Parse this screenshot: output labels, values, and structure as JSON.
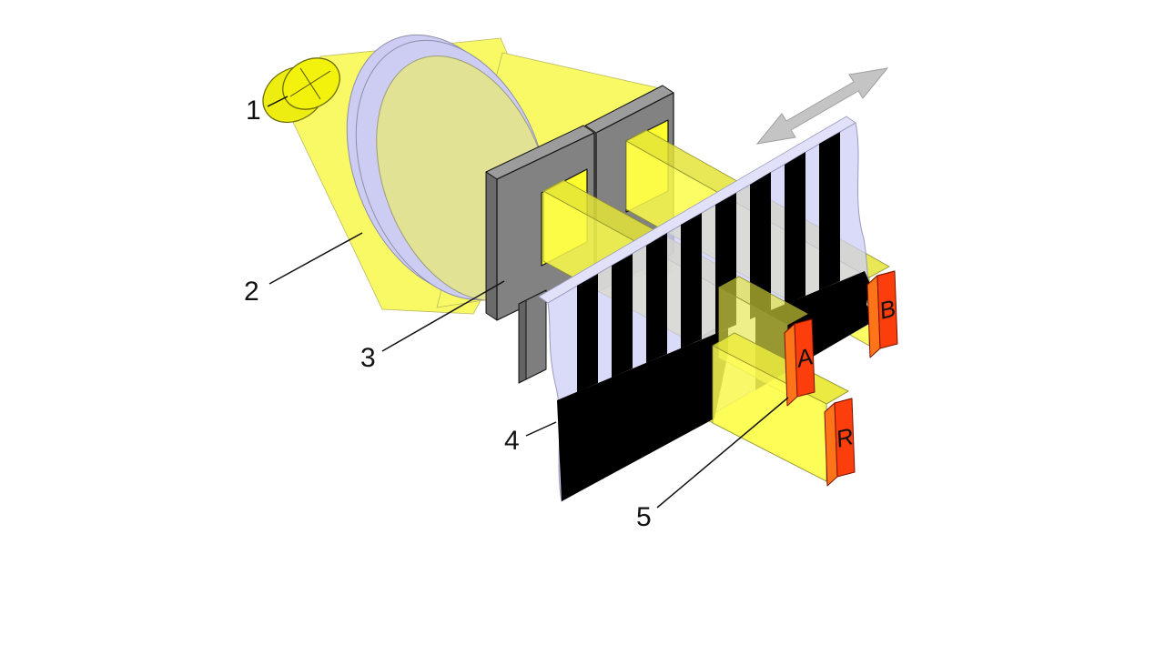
{
  "labels": {
    "l1": "1",
    "l2": "2",
    "l3": "3",
    "l4": "4",
    "l5": "5"
  },
  "detectors": {
    "a": "A",
    "b": "B",
    "r": "R"
  },
  "colors": {
    "cone_yellow": "#F9F966",
    "bulb_yellow": "#F2F20C",
    "lens_rim": "#CDCDF4",
    "lens_glass": "#E2E294",
    "mask_gray": "#828282",
    "scale_film": "#CFCFF7",
    "stripe_black": "#000000",
    "beam_yellow": "#FBFB4A",
    "beam_top": "#E4E438",
    "detector_orange": "#FB3E0C",
    "detector_side": "#FF7418",
    "arrow_gray": "#C4C4C4"
  }
}
